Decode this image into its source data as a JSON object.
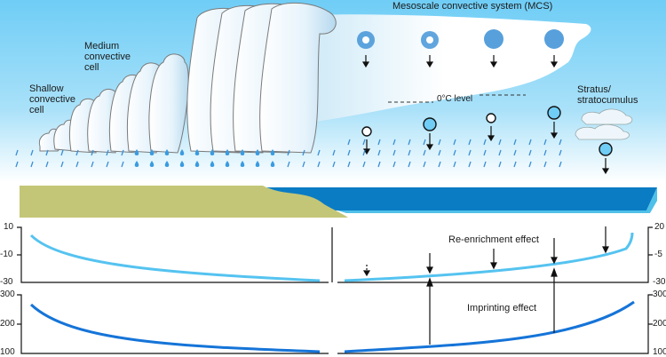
{
  "title": "Mesoscale convective system (MCS)",
  "labels": {
    "shallow": [
      "Shallow",
      "convective",
      "cell"
    ],
    "medium": [
      "Medium",
      "convective",
      "cell"
    ],
    "zero_level": "0°C level",
    "stratus": [
      "Stratus/",
      "stratocumulus"
    ],
    "reenrichment": "Re-enrichment effect",
    "imprinting": "Imprinting effect"
  },
  "axes": {
    "top_left_ticks": [
      "10",
      "-10",
      "-30"
    ],
    "bottom_left_ticks": [
      "300",
      "200",
      "100"
    ],
    "top_right_ticks": [
      "20",
      "-5",
      "-30"
    ],
    "bottom_right_ticks": [
      "300",
      "200",
      "100"
    ]
  },
  "colors": {
    "sky": "#6fcdf6",
    "land": "#c4c677",
    "ocean_deep": "#0a7cc4",
    "ocean_shallow": "#4fc0e8",
    "curve_light": "#55c3f0",
    "curve_dark": "#1574d8"
  }
}
